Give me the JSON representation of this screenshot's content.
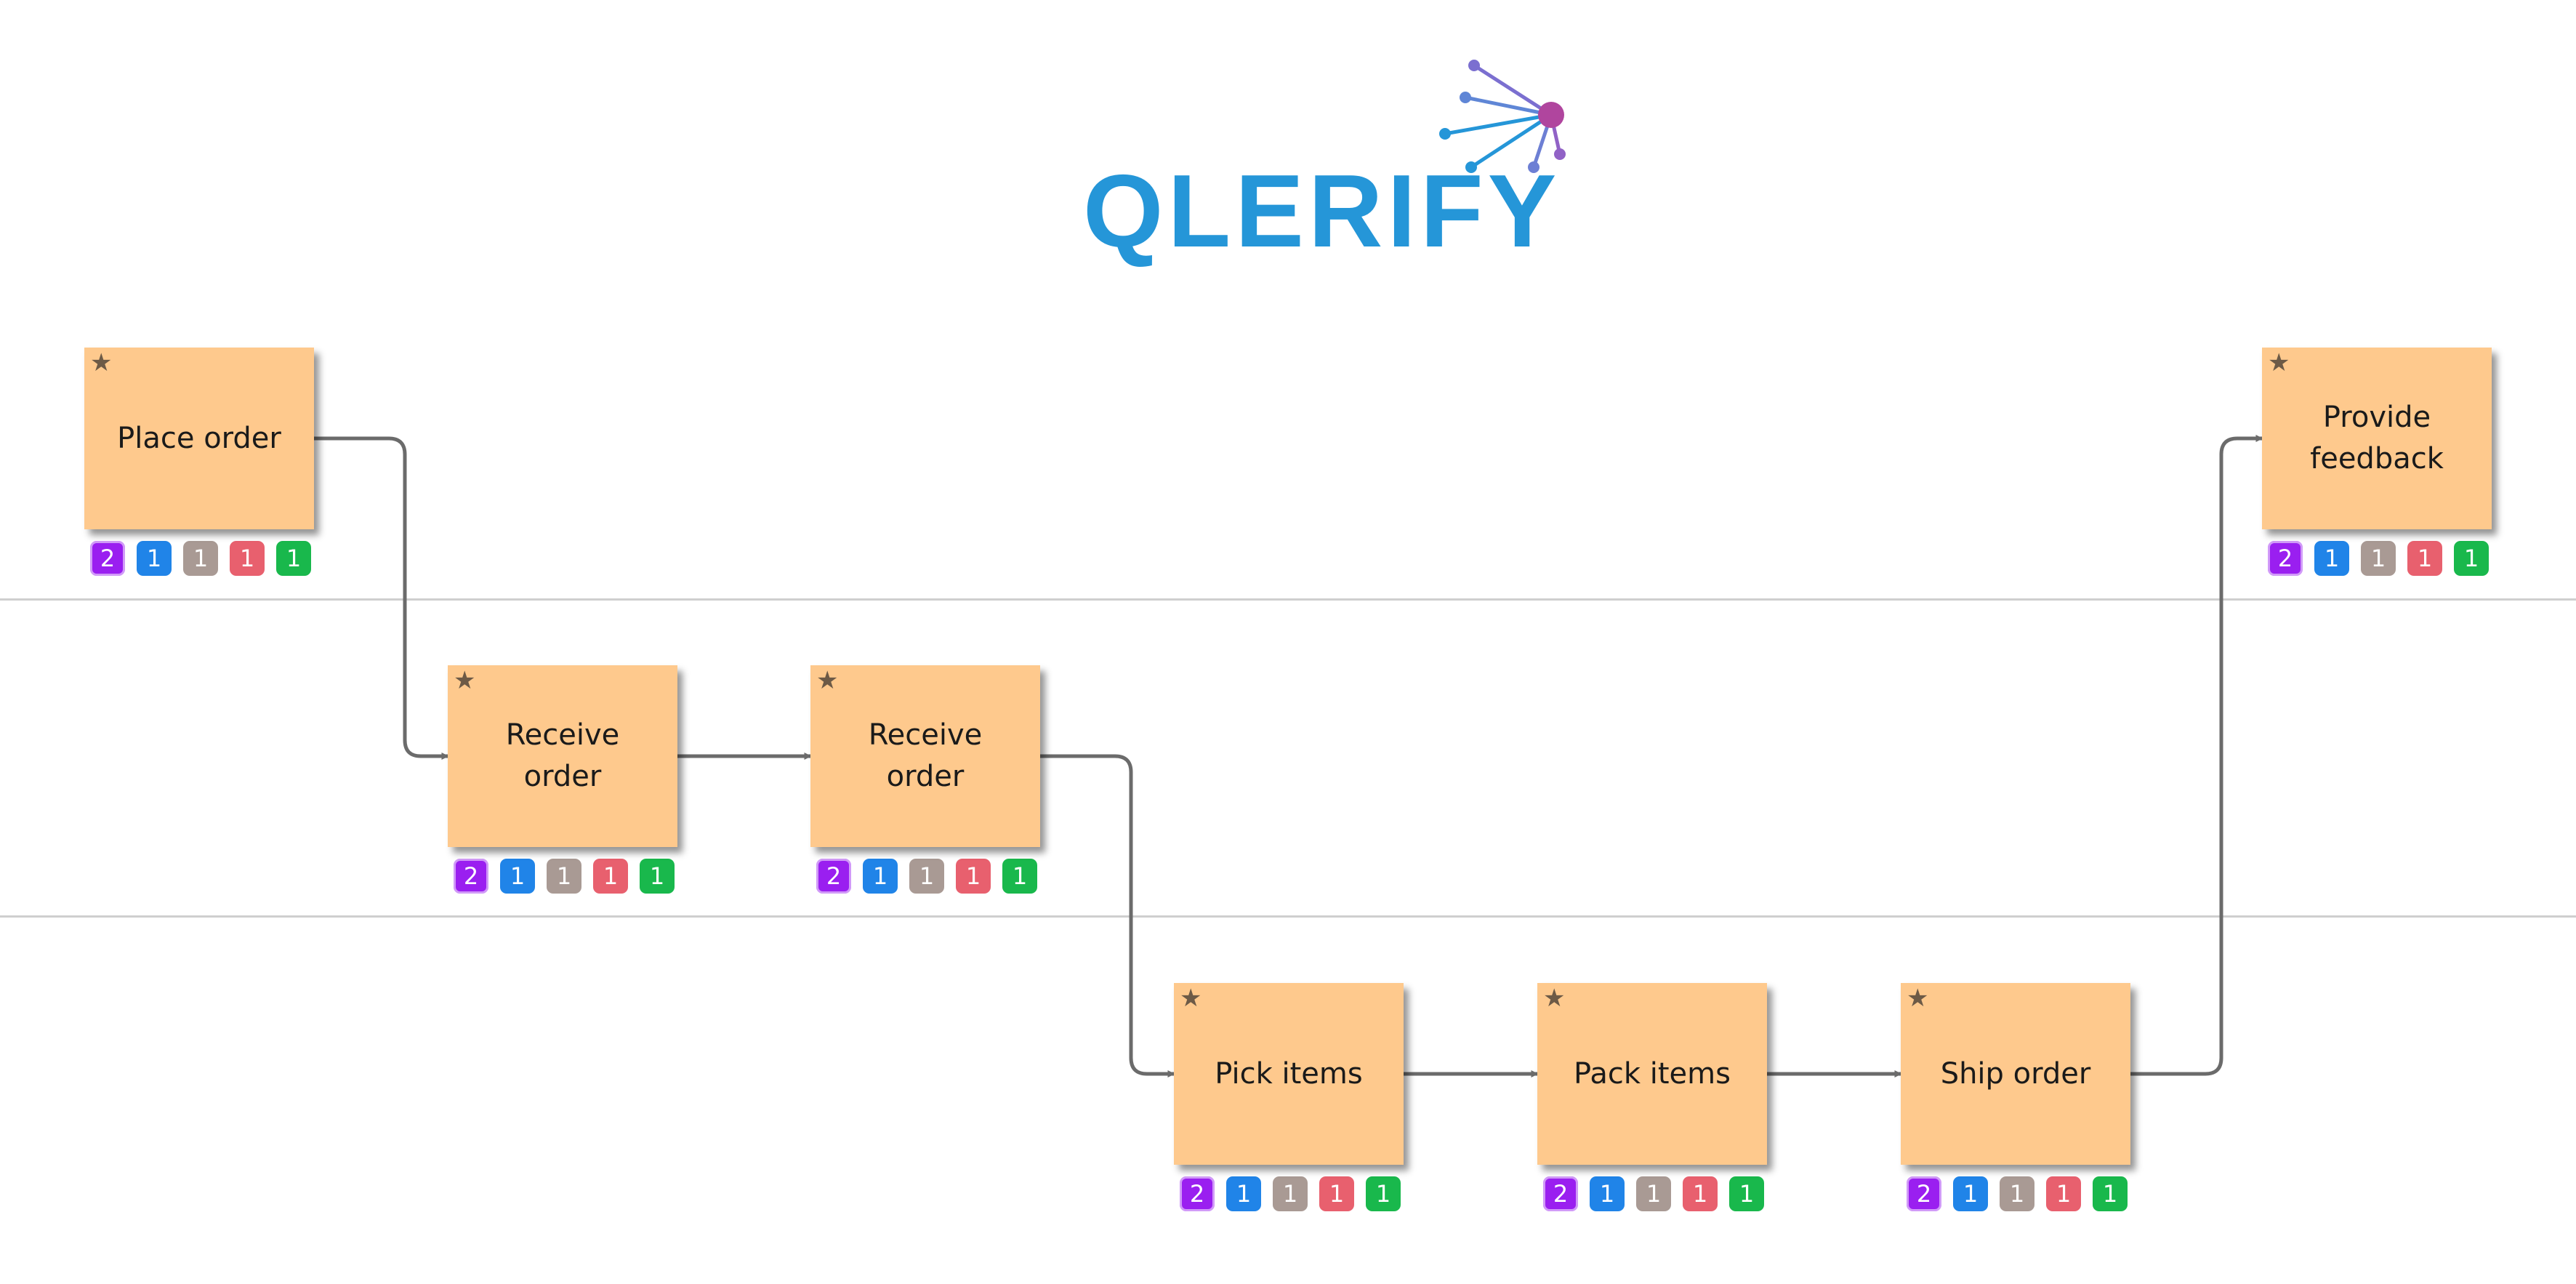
{
  "logo": {
    "text": "QLERIFY",
    "text_color": "#2596d8",
    "mark_colors": [
      "#2596d8",
      "#7b6fd0",
      "#b0459e"
    ]
  },
  "colors": {
    "card": "#fec98d",
    "arrow": "#6b6b6b",
    "lane_divider": "#cfcfcf"
  },
  "badge_colors": [
    "#9a1ff0",
    "#2084e8",
    "#a99a94",
    "#e8606e",
    "#19b84c"
  ],
  "nodes": [
    {
      "label": "Place order",
      "badges": [
        "2",
        "1",
        "1",
        "1",
        "1"
      ]
    },
    {
      "label": "Receive order",
      "badges": [
        "2",
        "1",
        "1",
        "1",
        "1"
      ]
    },
    {
      "label": "Receive order",
      "badges": [
        "2",
        "1",
        "1",
        "1",
        "1"
      ]
    },
    {
      "label": "Pick items",
      "badges": [
        "2",
        "1",
        "1",
        "1",
        "1"
      ]
    },
    {
      "label": "Pack items",
      "badges": [
        "2",
        "1",
        "1",
        "1",
        "1"
      ]
    },
    {
      "label": "Ship order",
      "badges": [
        "2",
        "1",
        "1",
        "1",
        "1"
      ]
    },
    {
      "label": "Provide\nfeedback",
      "badges": [
        "2",
        "1",
        "1",
        "1",
        "1"
      ]
    }
  ],
  "edges": [
    [
      0,
      1
    ],
    [
      1,
      2
    ],
    [
      2,
      3
    ],
    [
      3,
      4
    ],
    [
      4,
      5
    ],
    [
      5,
      6
    ]
  ]
}
